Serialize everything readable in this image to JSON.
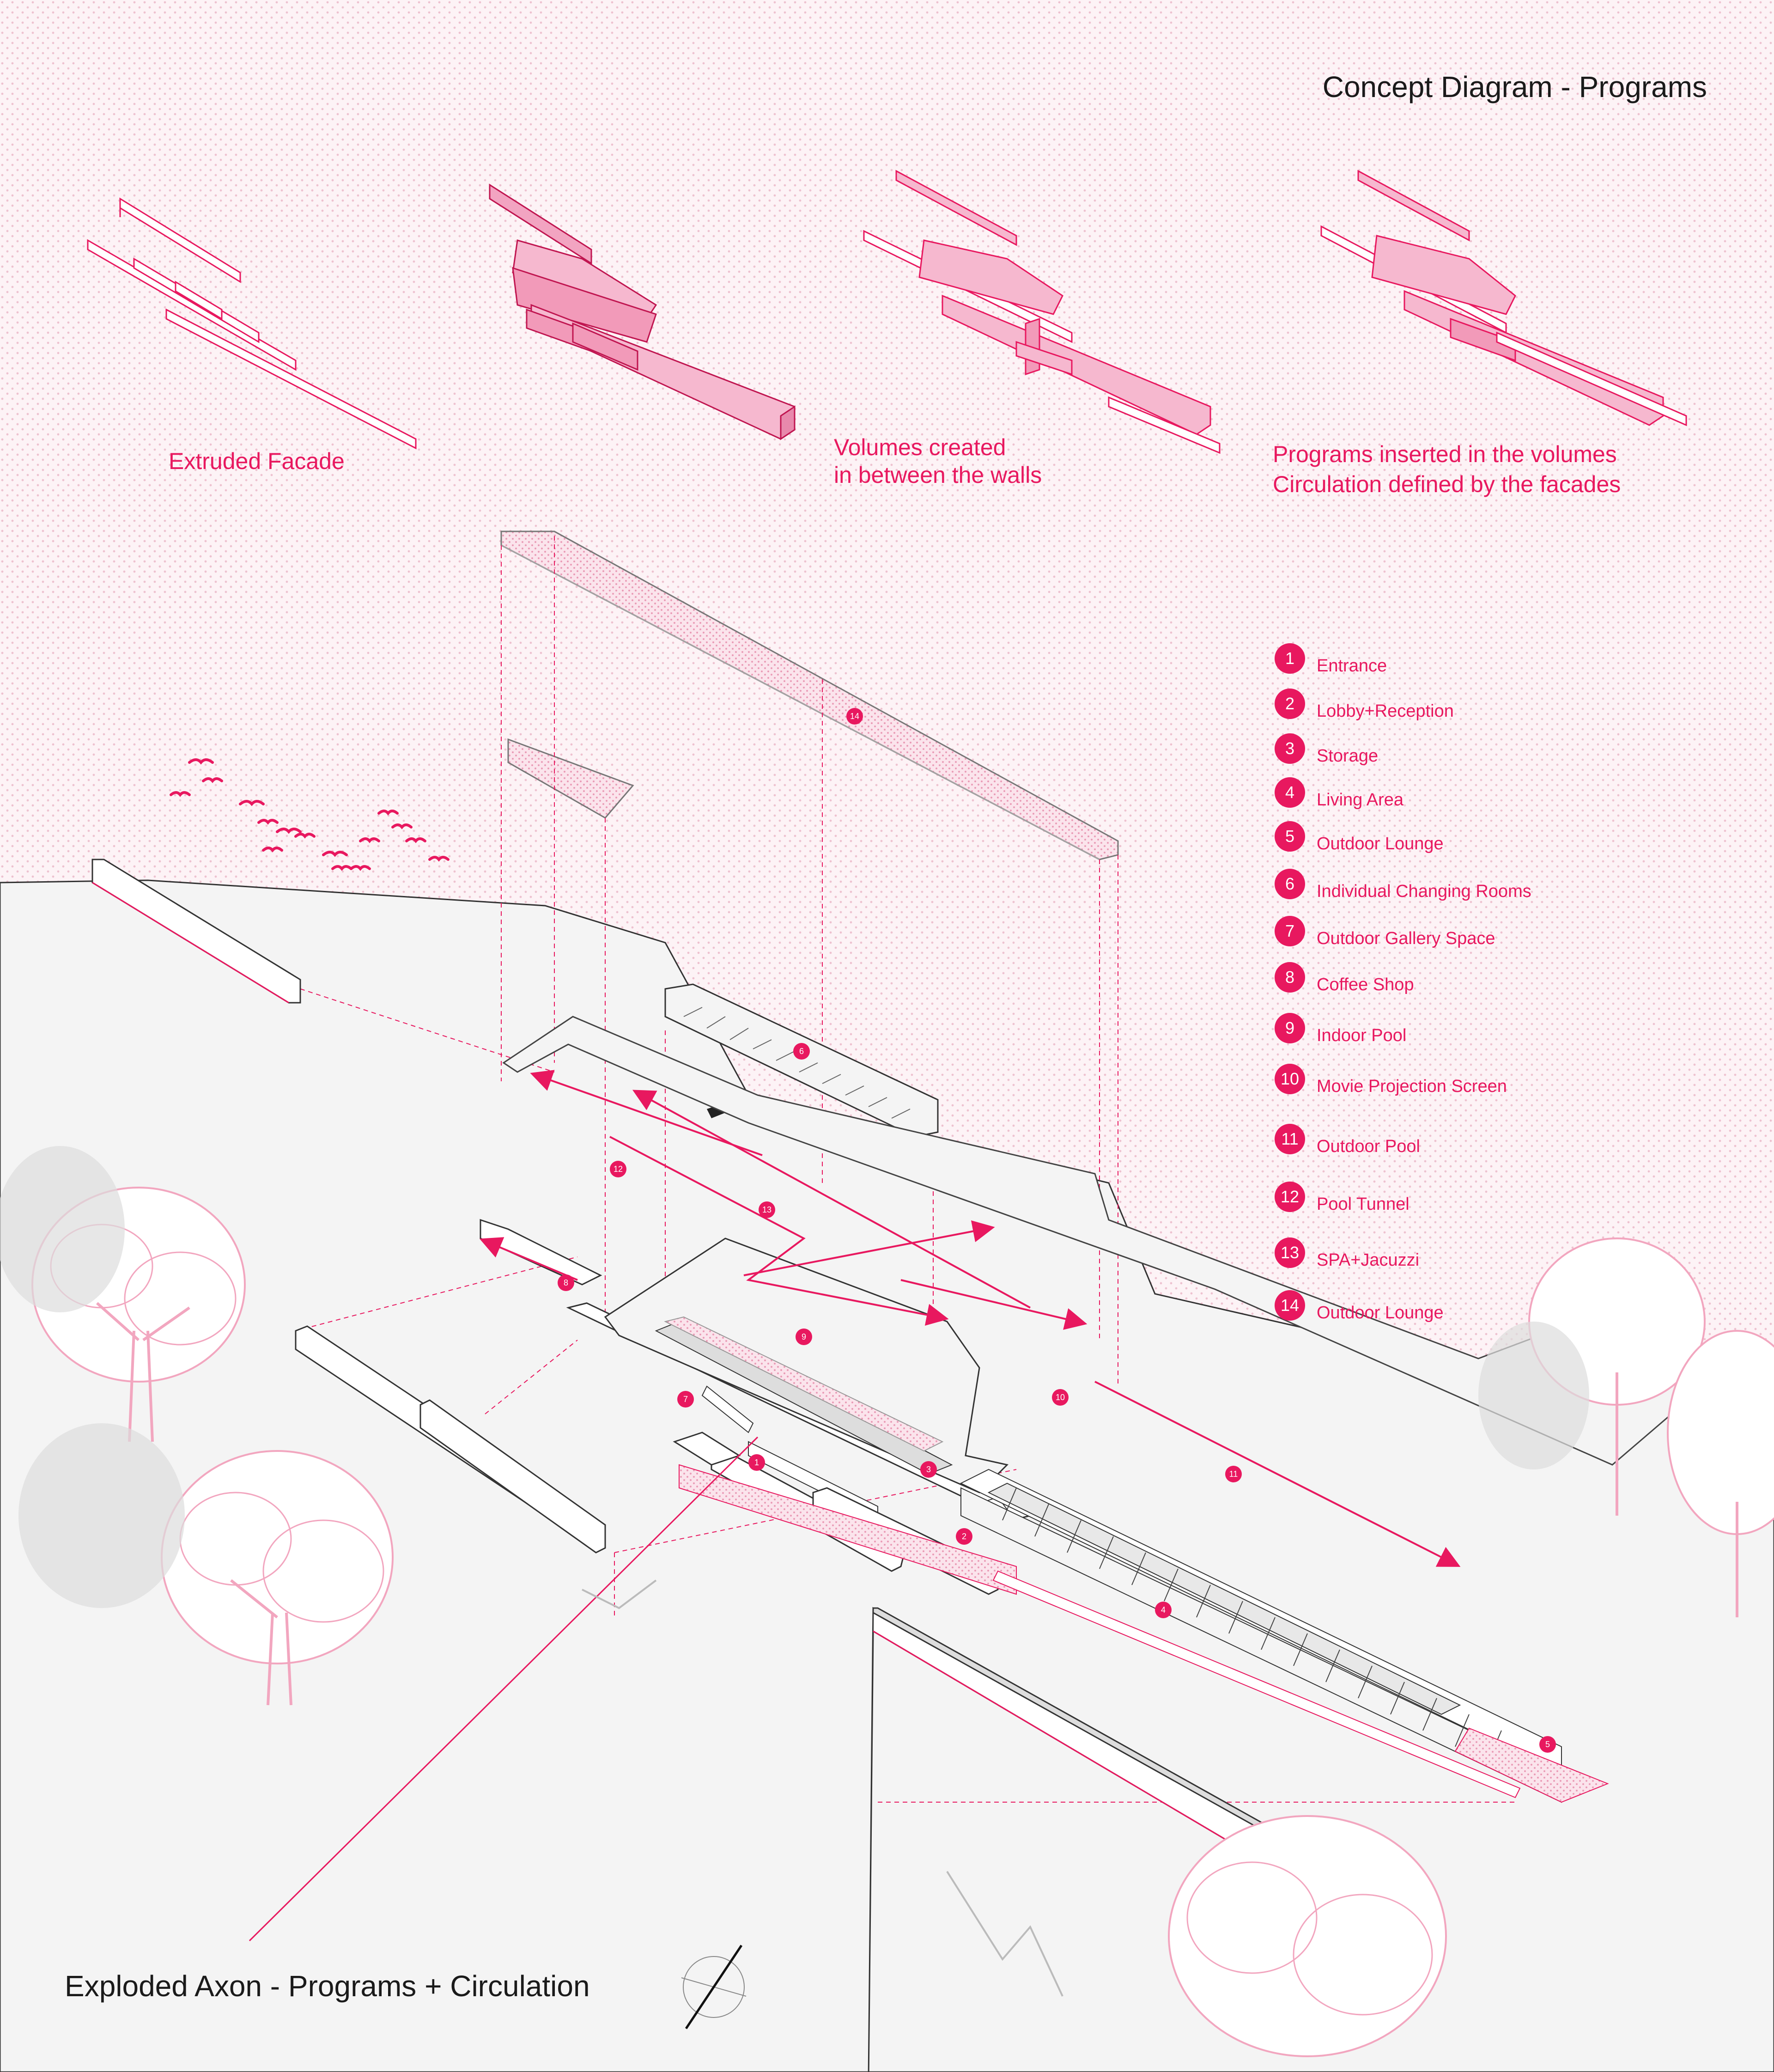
{
  "titles": {
    "concept": "Concept Diagram - Programs",
    "axon": "Exploded Axon - Programs + Circulation"
  },
  "concept_captions": {
    "step1": "Extruded Facade",
    "step2_line1": "Volumes created",
    "step2_line2": "in between the walls",
    "step3_line1": "Programs inserted in the volumes",
    "step3_line2": "Circulation defined by the facades"
  },
  "legend": [
    {
      "num": "1",
      "label": "Entrance"
    },
    {
      "num": "2",
      "label": "Lobby+Reception"
    },
    {
      "num": "3",
      "label": "Storage"
    },
    {
      "num": "4",
      "label": "Living Area"
    },
    {
      "num": "5",
      "label": "Outdoor Lounge"
    },
    {
      "num": "6",
      "label": "Individual Changing Rooms"
    },
    {
      "num": "7",
      "label": "Outdoor Gallery Space"
    },
    {
      "num": "8",
      "label": "Coffee Shop"
    },
    {
      "num": "9",
      "label": "Indoor Pool"
    },
    {
      "num": "10",
      "label": "Movie Projection Screen"
    },
    {
      "num": "11",
      "label": "Outdoor Pool"
    },
    {
      "num": "12",
      "label": "Pool Tunnel"
    },
    {
      "num": "13",
      "label": "SPA+Jacuzzi"
    },
    {
      "num": "14",
      "label": "Outdoor Lounge"
    }
  ],
  "colors": {
    "accent": "#e8185f",
    "accent_fill": "#f6b8cf",
    "ground": "#f4f4f4",
    "sky": "#fbe9ef",
    "line": "#555555",
    "tree": "#d8d8d8"
  },
  "icons": [
    "bird-icon",
    "tree-icon",
    "north-arrow-icon"
  ]
}
